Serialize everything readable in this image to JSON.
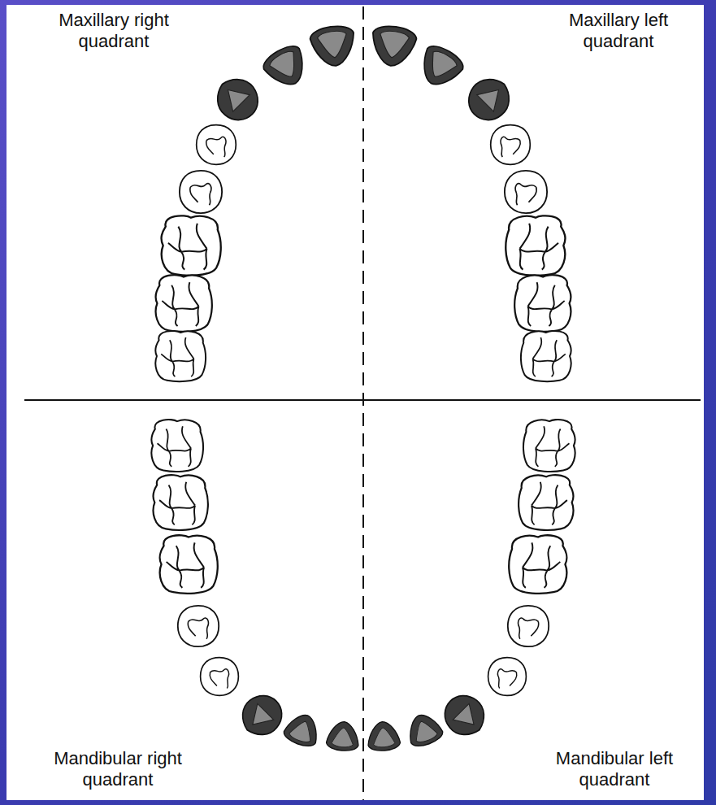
{
  "diagram": {
    "labels": [
      "Maxillary right quadrant",
      "Maxillary left quadrant",
      "Mandibular right quadrant",
      "Mandibular left quadrant"
    ]
  }
}
